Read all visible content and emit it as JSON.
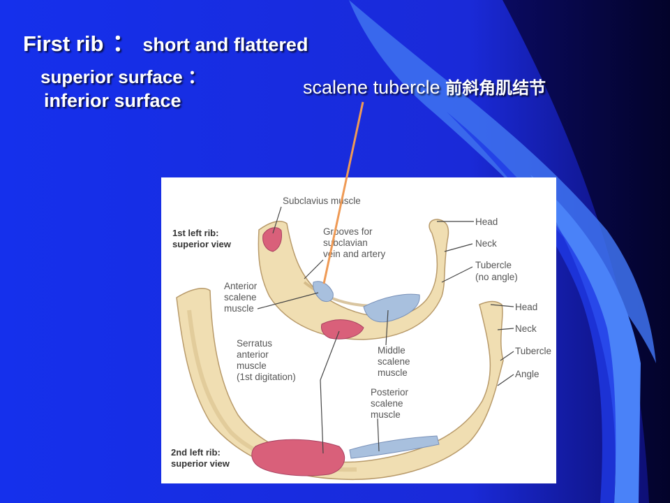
{
  "slide": {
    "colors": {
      "background": "#1a2ee6",
      "ribbon_light": "#4a7ef6",
      "ribbon_dark": "#06063a",
      "text": "#ffffff",
      "pointer": "#ef9a55"
    },
    "title": {
      "main": "First rib",
      "separator": "：",
      "description": "short and flattered"
    },
    "superior_surface": "superior surface ：",
    "inferior_surface": "inferior surface",
    "scalene_label": {
      "english": "scalene tubercle",
      "chinese": "前斜角肌结节"
    }
  },
  "figure": {
    "rib1_heading": [
      "1st left rib:",
      "superior view"
    ],
    "rib2_heading": [
      "2nd left rib:",
      "superior view"
    ],
    "labels": {
      "subclavius": "Subclavius muscle",
      "grooves": [
        "Grooves for",
        "subclavian",
        "vein and artery"
      ],
      "anterior_scalene": [
        "Anterior",
        "scalene",
        "muscle"
      ],
      "head1": "Head",
      "neck1": "Neck",
      "tubercle1": [
        "Tubercle",
        "(no angle)"
      ],
      "head2": "Head",
      "neck2": "Neck",
      "tubercle2": "Tubercle",
      "angle": "Angle",
      "serratus": [
        "Serratus",
        "anterior",
        "muscle",
        "(1st digitation)"
      ],
      "middle_scalene": [
        "Middle",
        "scalene",
        "muscle"
      ],
      "posterior_scalene": [
        "Posterior",
        "scalene",
        "muscle"
      ]
    },
    "colors": {
      "bone": "#f0deb2",
      "bone_edge": "#b89a6a",
      "muscle_red": "#d9607a",
      "muscle_blue": "#a8c0de",
      "leader": "#444444"
    }
  }
}
